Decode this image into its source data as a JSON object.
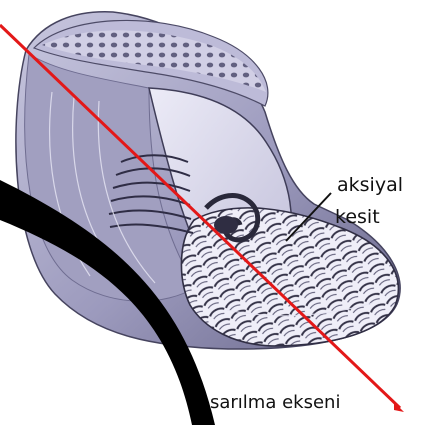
{
  "labels": {
    "axial_section_line1": "aksiyal",
    "axial_section_line2": "kesit",
    "winding_axis": "sarılma ekseni"
  },
  "colors": {
    "shell_outer": "#b6b4d2",
    "shell_light": "#d9d8ec",
    "shell_dark": "#6f6d94",
    "chamber_cut": "#e8e7f2",
    "chamber_shadow": "#4c4a67",
    "axis_line": "#e31818",
    "foreground_curve": "#000000"
  }
}
